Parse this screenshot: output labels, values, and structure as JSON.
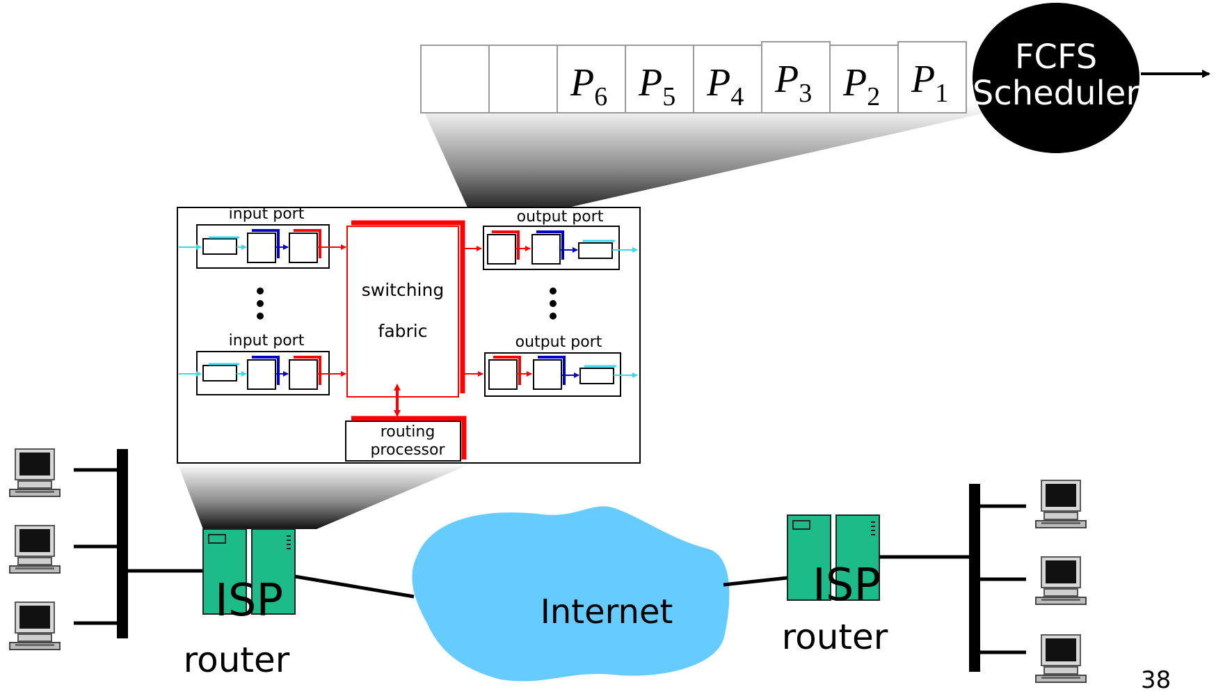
{
  "queue": {
    "slots": [
      "",
      "",
      "P6",
      "P5",
      "P4",
      "P3",
      "P2",
      "P1"
    ],
    "slot_letters": [
      "",
      "",
      "P",
      "P",
      "P",
      "P",
      "P",
      "P"
    ],
    "slot_subscripts": [
      "",
      "",
      "6",
      "5",
      "4",
      "3",
      "2",
      "1"
    ]
  },
  "scheduler": {
    "line1": "FCFS",
    "line2": "Scheduler"
  },
  "router_detail": {
    "input_port_top": "input port",
    "input_port_bottom": "input port",
    "output_port_top": "output port",
    "output_port_bottom": "output port",
    "fabric_line1": "switching",
    "fabric_line2": "fabric",
    "routing_line1": "routing",
    "routing_line2": "processor"
  },
  "network": {
    "cloud_label": "Internet",
    "left_router_badge": "ISP",
    "left_router_caption": "router",
    "right_router_badge": "ISP",
    "right_router_caption": "router"
  },
  "page_number": "38",
  "colors": {
    "red": "#ff0000",
    "blue": "#0000cc",
    "cyan": "#33ddee",
    "router_green": "#1dbb8a",
    "cloud": "#66ccff",
    "scheduler": "#000000"
  }
}
